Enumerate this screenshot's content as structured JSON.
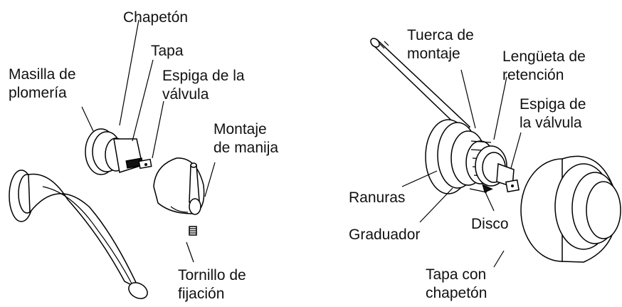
{
  "left_diagram": {
    "labels": {
      "chapeton": "Chapetón",
      "tapa": "Tapa",
      "masilla": [
        "Masilla de",
        "plomería"
      ],
      "espiga": [
        "Espiga de la",
        "válvula"
      ],
      "montaje": [
        "Montaje",
        "de manija"
      ],
      "tornillo": [
        "Tornillo de",
        "fijación"
      ]
    }
  },
  "right_diagram": {
    "labels": {
      "tuerca": [
        "Tuerca de",
        "montaje"
      ],
      "lengueta": [
        "Lengüeta de",
        "retención"
      ],
      "espiga": [
        "Espiga de",
        "la válvula"
      ],
      "ranuras": "Ranuras",
      "graduador": "Graduador",
      "disco": "Disco",
      "tapa_chapeton": [
        "Tapa con",
        "chapetón"
      ]
    }
  }
}
